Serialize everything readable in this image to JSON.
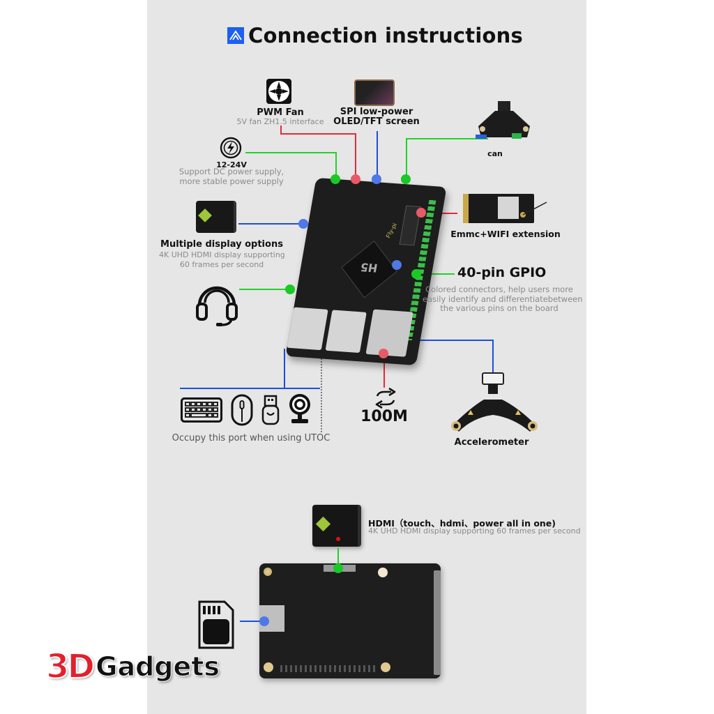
{
  "header": {
    "title": "Connection instructions",
    "logo_icon": "brand-mountain-logo"
  },
  "top_section": {
    "pwm_fan": {
      "icon": "fan-icon",
      "title": "PWM Fan",
      "subtitle": "5V fan ZH1.5 interface"
    },
    "spi_screen": {
      "icon": "screen-icon",
      "title_line1": "SPI low-power",
      "title_line2": "OLED/TFT screen"
    },
    "can": {
      "icon": "can-board-icon",
      "title": "can"
    },
    "power": {
      "icon": "power-bolt-icon",
      "title": "12-24V",
      "subtitle_line1": "Support DC power supply,",
      "subtitle_line2": "more stable power supply"
    },
    "display": {
      "icon": "display-icon",
      "title": "Multiple display options",
      "subtitle_line1": "4K UHD HDMI display supporting",
      "subtitle_line2": "60 frames per second"
    },
    "emmc_wifi": {
      "icon": "emmc-wifi-module-icon",
      "title": "Emmc+WIFI extension"
    },
    "gpio": {
      "title": "40-pin GPIO",
      "subtitle_line1": "Colored connectors, help users more",
      "subtitle_line2": "easily identify and differentiatebetween",
      "subtitle_line3": "the various pins on the board"
    },
    "audio": {
      "icon": "headset-icon"
    },
    "usb": {
      "icons": [
        "keyboard-icon",
        "mouse-icon",
        "usb-drive-icon",
        "webcam-icon"
      ],
      "caption": "Occupy this port when using UTOC"
    },
    "ethernet": {
      "icon": "network-arrows-icon",
      "title": "100M"
    },
    "accelerometer": {
      "icon": "accelerometer-board-icon",
      "title": "Accelerometer"
    },
    "board_label": "Fly-pi",
    "chip_label": "H5"
  },
  "bottom_section": {
    "hdmi": {
      "title": "HDMI（touch、hdmi、power all in one)",
      "subtitle": "4K UHD HDMI display supporting 60 frames per second"
    },
    "sd_card": {
      "icon": "sd-card-icon"
    }
  },
  "watermark": {
    "part1": "3D",
    "part2": "Gadgets"
  },
  "colors": {
    "green_line": "#22d12a",
    "red_line": "#e8283a",
    "blue_line": "#1e4fd8",
    "panel_bg": "#e6e6e6",
    "brand_blue": "#1d5ff0",
    "watermark_red": "#e3202c"
  }
}
